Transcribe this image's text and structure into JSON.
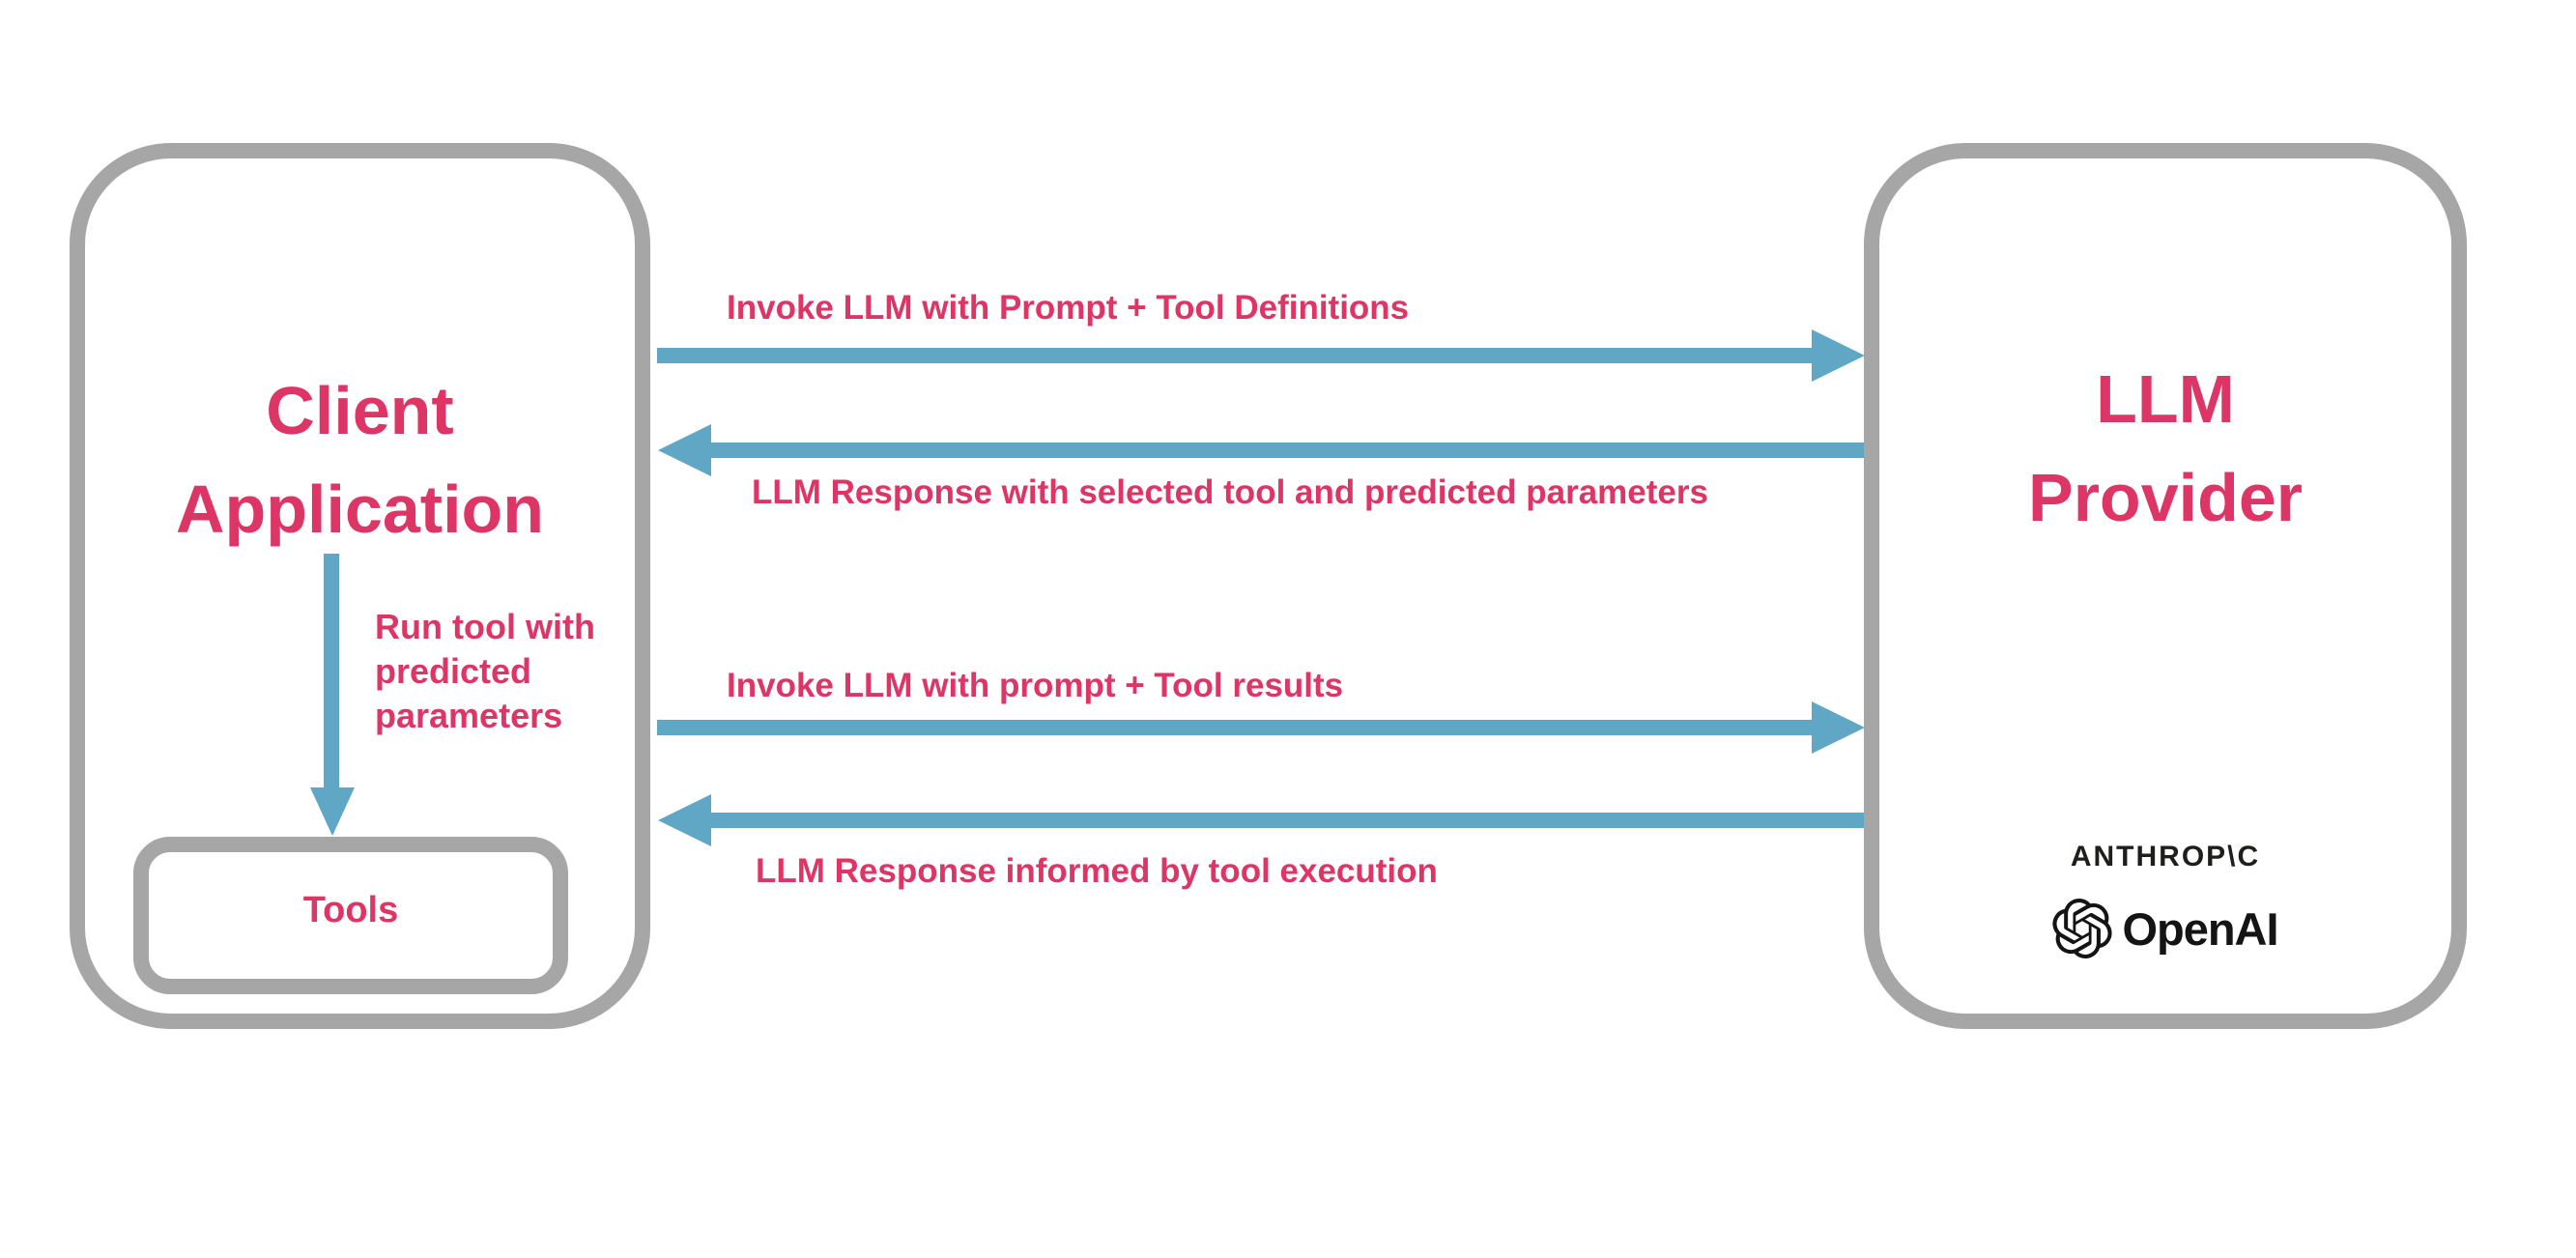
{
  "diagram": {
    "client_box": {
      "title": [
        "Client",
        "Application"
      ],
      "tools_label": "Tools",
      "run_tool_note": [
        "Run tool with",
        "predicted",
        "parameters"
      ]
    },
    "llm_box": {
      "title": [
        "LLM",
        "Provider"
      ],
      "providers": {
        "anthropic_wordmark": "ANTHROP\\C",
        "openai_wordmark": "OpenAI"
      }
    },
    "flows": [
      {
        "direction": "right",
        "label": "Invoke LLM with Prompt + Tool Definitions"
      },
      {
        "direction": "left",
        "label": "LLM Response with selected tool and predicted parameters"
      },
      {
        "direction": "right",
        "label": "Invoke LLM with prompt + Tool results"
      },
      {
        "direction": "left",
        "label": "LLM Response informed by tool execution"
      }
    ],
    "internal_flow": {
      "direction": "down",
      "from": "Client Application",
      "to": "Tools"
    }
  },
  "colors": {
    "accent_pink": "#DC3566",
    "arrow_blue": "#5FA7C4",
    "border_gray": "#A6A6A6",
    "logo_black": "#1E1E1C",
    "background": "#FFFFFF"
  }
}
